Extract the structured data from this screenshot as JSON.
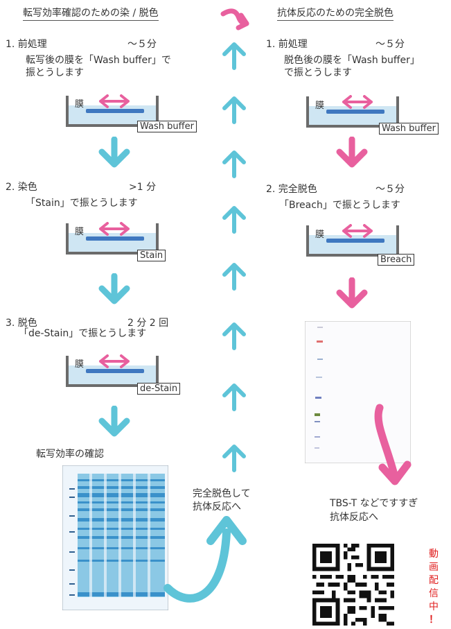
{
  "left": {
    "title": "転写効率確認のための染 / 脱色",
    "steps": [
      {
        "num": "1. 前処理",
        "time": "～５分",
        "desc": [
          "転写後の膜を「Wash buffer」で",
          "振とうします"
        ],
        "membrane": "膜",
        "buffer": "Wash buffer"
      },
      {
        "num": "2. 染色",
        "time": ">1 分",
        "desc": [
          "「Stain」で振とうします"
        ],
        "membrane": "膜",
        "buffer": "Stain"
      },
      {
        "num": "3. 脱色",
        "time": "2 分 2 回",
        "desc": [
          "「de-Stain」で振とうします"
        ],
        "membrane": "膜",
        "buffer": "de-Stain"
      }
    ],
    "result_label": "転写効率の確認"
  },
  "right": {
    "title": "抗体反応のための完全脱色",
    "steps": [
      {
        "num": "1. 前処理",
        "time": "～５分",
        "desc": [
          "脱色後の膜を「Wash buffer」",
          "で振とうします"
        ],
        "membrane": "膜",
        "buffer": "Wash buffer"
      },
      {
        "num": "2. 完全脱色",
        "time": "～５分",
        "desc": [
          "「Breach」で振とうします"
        ],
        "membrane": "膜",
        "buffer": "Breach"
      }
    ],
    "after_text": [
      "TBS-T などですすぎ",
      "抗体反応へ"
    ],
    "video_label": [
      "動",
      "画",
      "配",
      "信",
      "中",
      "！"
    ]
  },
  "middle_text": [
    "完全脱色して",
    "抗体反応へ"
  ],
  "colors": {
    "cyan": "#5ec4d8",
    "pink": "#e8609e",
    "buffer": "#cfe6f3",
    "band": "#3f78c0"
  },
  "icons": [
    "double-arrow-icon",
    "down-arrow-icon",
    "up-arrow-icon",
    "curved-arrow-icon",
    "qr-code-icon"
  ]
}
